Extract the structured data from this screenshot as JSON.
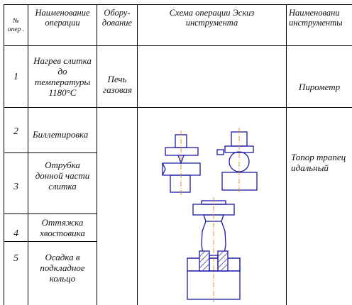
{
  "header": {
    "num": "№ опер .",
    "operation": "Наименование операции",
    "equipment": "Обору- дование",
    "scheme": "Схема операции Эскиз инструмента",
    "tool": "Наименовани инструменты"
  },
  "rows": [
    {
      "num": "1",
      "operation": "Нагрев слитка до температуры 1180°С",
      "equipment": "Печь газовая",
      "tool": "Пирометр"
    },
    {
      "num": "2",
      "operation": "Биллетировка",
      "equipment": "",
      "tool": "Топор трапец идальный"
    },
    {
      "num": "3",
      "operation": "Отрубка донной части слитка",
      "equipment": "",
      "tool": ""
    },
    {
      "num": "4",
      "operation": "Оттяжка хвостовика",
      "equipment": "",
      "tool": ""
    },
    {
      "num": "5",
      "operation": "Осадка в подкладное кольцо",
      "equipment": "",
      "tool": ""
    }
  ],
  "colors": {
    "sketch": "#1a1aa8",
    "axis": "#d98a1c",
    "hatch": "#3b3b9a"
  }
}
